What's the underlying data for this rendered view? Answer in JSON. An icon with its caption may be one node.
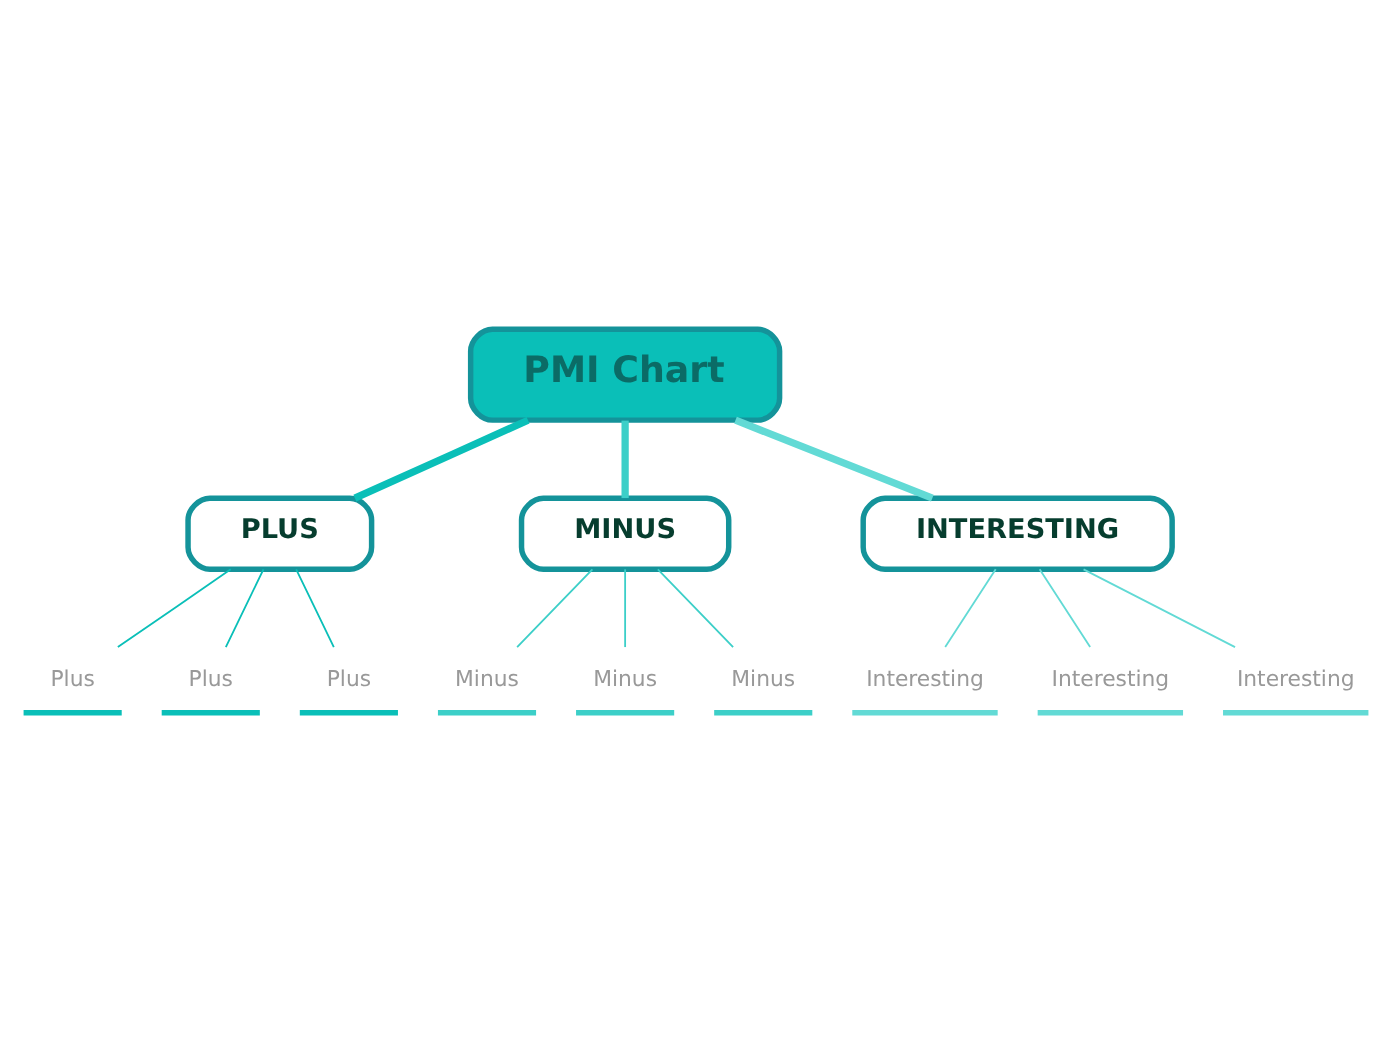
{
  "diagram": {
    "nodes": [
      {
        "text": [
          "PMI Chart"
        ]
      },
      {
        "text": [
          "PLUS"
        ]
      },
      {
        "text": [
          "MINUS"
        ]
      },
      {
        "text": [
          "INTERESTING"
        ]
      },
      {
        "text": [
          "Plus"
        ]
      },
      {
        "text": [
          "Plus"
        ]
      },
      {
        "text": [
          "Plus"
        ]
      },
      {
        "text": [
          "Minus"
        ]
      },
      {
        "text": [
          "Minus"
        ]
      },
      {
        "text": [
          "Minus"
        ]
      },
      {
        "text": [
          "Interesting"
        ]
      },
      {
        "text": [
          "Interesting"
        ]
      },
      {
        "text": [
          "Interesting"
        ]
      }
    ],
    "edges": [
      {
        "from": 0,
        "to": 1,
        "arrow": "none",
        "style": "thick",
        "color": "#0abfb8"
      },
      {
        "from": 0,
        "to": 2,
        "arrow": "none",
        "style": "thick",
        "color": "#3ccfc8"
      },
      {
        "from": 0,
        "to": 3,
        "arrow": "none",
        "style": "thick",
        "color": "#62dad5"
      },
      {
        "from": 1,
        "to": 4,
        "arrow": "none",
        "color": "#0abfb8"
      },
      {
        "from": 1,
        "to": 5,
        "arrow": "none",
        "color": "#0abfb8"
      },
      {
        "from": 1,
        "to": 6,
        "arrow": "none",
        "color": "#0abfb8"
      },
      {
        "from": 2,
        "to": 7,
        "arrow": "none",
        "color": "#3ccfc8"
      },
      {
        "from": 2,
        "to": 8,
        "arrow": "none",
        "color": "#3ccfc8"
      },
      {
        "from": 2,
        "to": 9,
        "arrow": "none",
        "color": "#3ccfc8"
      },
      {
        "from": 3,
        "to": 10,
        "arrow": "none",
        "color": "#62dad5"
      },
      {
        "from": 3,
        "to": 11,
        "arrow": "none",
        "color": "#62dad5"
      },
      {
        "from": 3,
        "to": 12,
        "arrow": "none",
        "color": "#62dad5"
      }
    ]
  }
}
